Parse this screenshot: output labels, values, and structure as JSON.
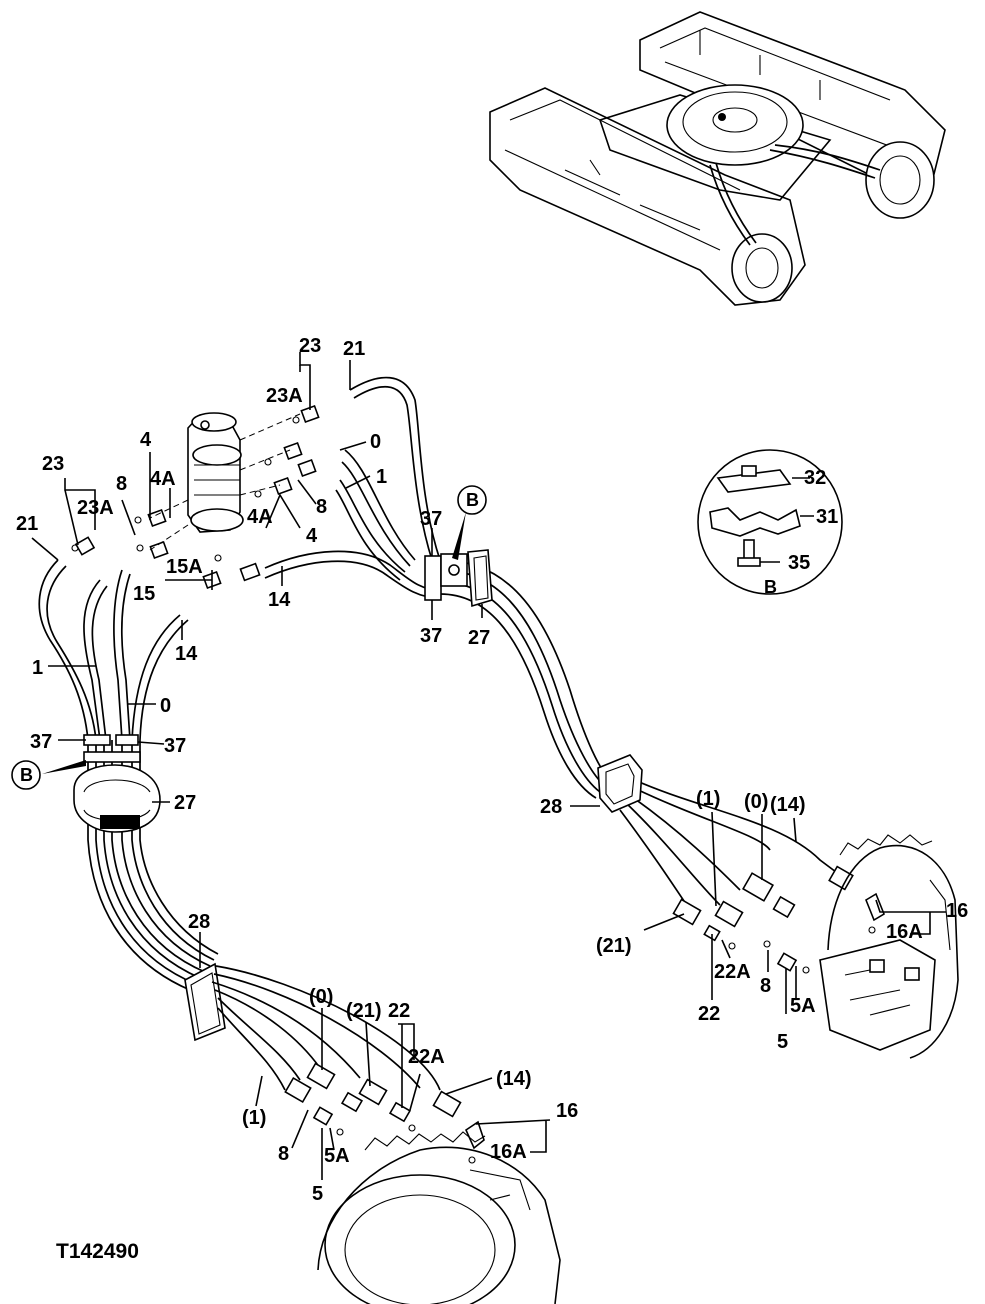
{
  "figure_id": "T142490",
  "labels": {
    "p23_top": "23",
    "p21_top": "21",
    "p23A_top": "23A",
    "p0_top": "0",
    "p4_upper": "4",
    "p4A_upper": "4A",
    "p1_top": "1",
    "p8_top": "8",
    "p4A_lower": "4A",
    "p4_lower": "4",
    "p23_left": "23",
    "p23A_left": "23A",
    "p8_left": "8",
    "p21_left": "21",
    "p15A": "15A",
    "p15": "15",
    "p14_mid": "14",
    "p14_left": "14",
    "p1_left": "1",
    "p0_left": "0",
    "p37_left_a": "37",
    "p37_left_b": "37",
    "p27_left": "27",
    "p37_top": "37",
    "p37_bot": "37",
    "p27_mid": "27",
    "p32": "32",
    "p31": "31",
    "p35": "35",
    "p28_right": "28",
    "p1_right": "(1)",
    "p0_right": "(0)",
    "p14_right": "(14)",
    "p21_right": "(21)",
    "p16_right": "16",
    "p16A_right": "16A",
    "p22A_right": "22A",
    "p8_right": "8",
    "p22_right": "22",
    "p5A_right": "5A",
    "p5_right": "5",
    "p28_left": "28",
    "p0_bottom": "(0)",
    "p21_bottom": "(21)",
    "p22_bottom": "22",
    "p22A_bottom": "22A",
    "p14_bottom": "(14)",
    "p16_bottom": "16",
    "p1_bottom": "(1)",
    "p8_bottom": "8",
    "p16A_bottom": "16A",
    "p5A_bottom": "5A",
    "p5_bottom": "5"
  },
  "callouts": {
    "b_upper": "B",
    "b_left": "B",
    "b_detail": "B"
  }
}
